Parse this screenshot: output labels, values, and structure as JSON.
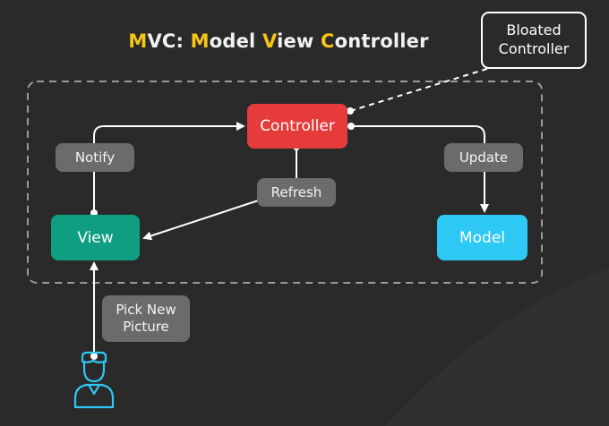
{
  "title": {
    "parts": [
      {
        "text": "M",
        "highlight": true
      },
      {
        "text": "VC: ",
        "highlight": false
      },
      {
        "text": "M",
        "highlight": true
      },
      {
        "text": "odel ",
        "highlight": false
      },
      {
        "text": "V",
        "highlight": true
      },
      {
        "text": "iew ",
        "highlight": false
      },
      {
        "text": "C",
        "highlight": true
      },
      {
        "text": "ontroller",
        "highlight": false
      }
    ]
  },
  "nodes": {
    "controller": {
      "label": "Controller",
      "color": "#e63b3b"
    },
    "view": {
      "label": "View",
      "color": "#0f9e82"
    },
    "model": {
      "label": "Model",
      "color": "#2ec8f5"
    }
  },
  "edge_labels": {
    "notify": "Notify",
    "refresh": "Refresh",
    "update": "Update",
    "pick_new_picture": [
      "Pick New",
      "Picture"
    ]
  },
  "callout": {
    "lines": [
      "Bloated",
      "Controller"
    ]
  },
  "colors": {
    "background": "#2a2a2a",
    "title_highlight": "#f5c518",
    "label_bg": "#6b6b6b",
    "user_icon": "#2ec8f5"
  },
  "icons": {
    "user": "user-icon"
  }
}
